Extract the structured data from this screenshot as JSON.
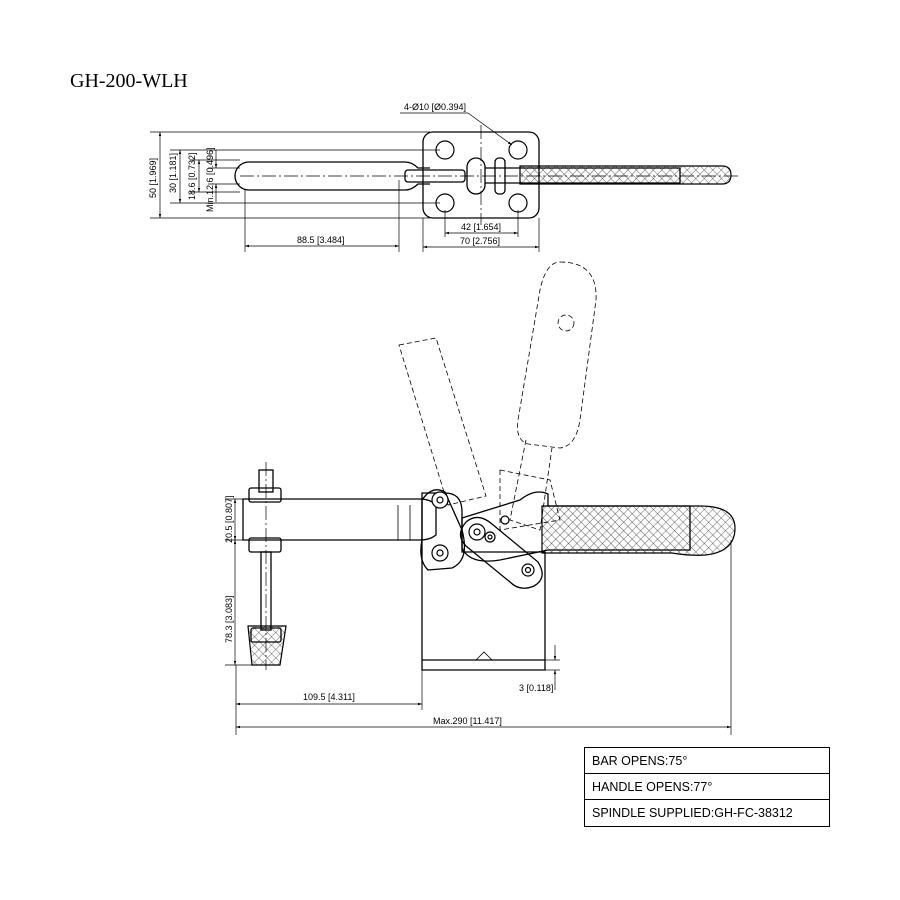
{
  "model": "GH-200-WLH",
  "dimensions": {
    "holes": "4-Ø10 [Ø0.394]",
    "height_50": "50 [1.969]",
    "height_30": "30 [1.181]",
    "height_18_6": "18.6 [0.732]",
    "min_12_6": "Min.12.6 [0.496]",
    "length_88_5": "88.5 [3.484]",
    "width_42": "42 [1.654]",
    "width_70": "70 [2.756]",
    "height_20_5": "20.5 [0.807]",
    "height_78_3": "78.3 [3.083]",
    "length_109_5": "109.5 [4.311]",
    "base_3": "3 [0.118]",
    "max_290": "Max.290 [11.417]"
  },
  "specs": {
    "bar_opens": "BAR OPENS:75°",
    "handle_opens": "HANDLE OPENS:77°",
    "spindle": "SPINDLE SUPPLIED:GH-FC-38312"
  }
}
